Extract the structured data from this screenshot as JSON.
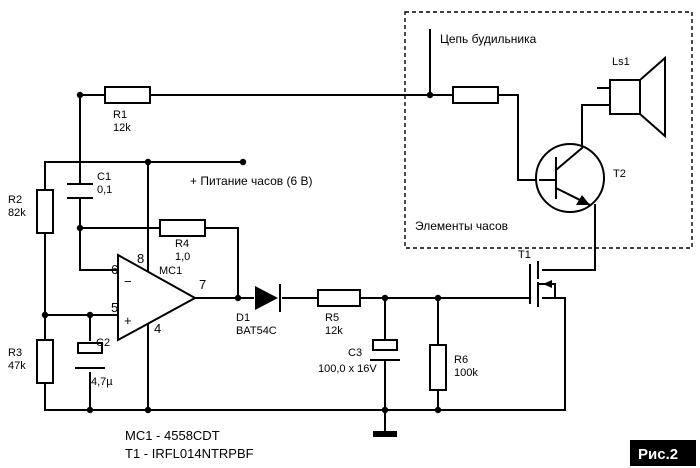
{
  "labels": {
    "alarm_circuit": "Цепь будильника",
    "clock_elements": "Элементы часов",
    "power": "+ Питание часов (6 В)",
    "figure": "Рис.2"
  },
  "components": {
    "R1": {
      "ref": "R1",
      "value": "12k"
    },
    "R2": {
      "ref": "R2",
      "value": "82k"
    },
    "R3": {
      "ref": "R3",
      "value": "47k"
    },
    "R4": {
      "ref": "R4",
      "value": "1,0"
    },
    "R5": {
      "ref": "R5",
      "value": "12k"
    },
    "R6": {
      "ref": "R6",
      "value": "100k"
    },
    "C1": {
      "ref": "C1",
      "value": "0,1"
    },
    "C2": {
      "ref": "C2",
      "value": "4,7µ"
    },
    "C3": {
      "ref": "C3",
      "value": "100,0 x 16V"
    },
    "D1": {
      "ref": "D1",
      "value": "BAT54C"
    },
    "MC1": {
      "ref": "MC1"
    },
    "T1": {
      "ref": "T1"
    },
    "T2": {
      "ref": "T2"
    },
    "Ls1": {
      "ref": "Ls1"
    }
  },
  "pins": {
    "p6": "6",
    "p5": "5",
    "p8": "8",
    "p4": "4",
    "p7": "7",
    "minus": "−",
    "plus": "+"
  },
  "parts_list": {
    "line1": "MC1 - 4558CDT",
    "line2": "T1 - IRFL014NTRPBF"
  }
}
